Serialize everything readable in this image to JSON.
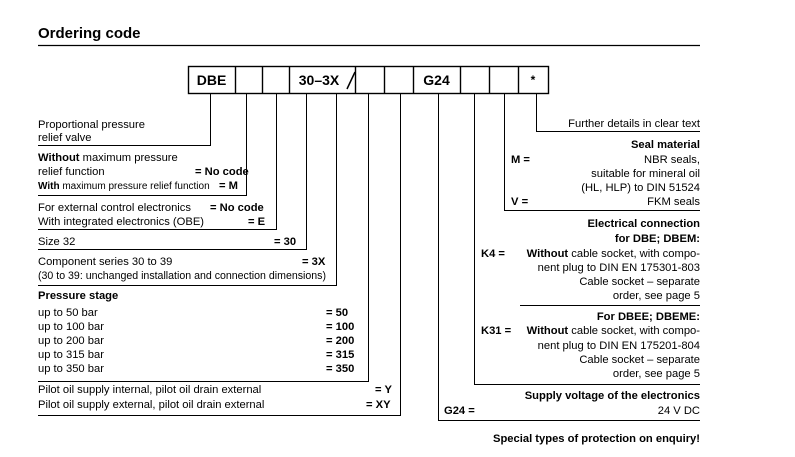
{
  "title": "Ordering code",
  "code_boxes": [
    "DBE",
    "",
    "",
    "30–3X",
    "/",
    "",
    "G24",
    "",
    "",
    "*"
  ],
  "left": {
    "proportional_valve": [
      "Proportional pressure",
      "relief valve"
    ],
    "without_max_1_bold": "Without",
    "without_max_1_rest": " maximum pressure",
    "without_max_2": "relief function",
    "without_max_code": "= No code",
    "with_max_bold": "With",
    "with_max_rest": " maximum pressure relief function",
    "with_max_code": "= M",
    "ext_ctrl": "For external control electronics",
    "ext_ctrl_code": "= No code",
    "obe": "With integrated electronics (OBE)",
    "obe_code": "= E",
    "size": "Size 32",
    "size_code": "= 30",
    "series": "Component series 30 to 39",
    "series_code": "= 3X",
    "series_note": "(30 to 39: unchanged installation and connection dimensions)",
    "pressure_title": "Pressure stage",
    "pressure_rows": [
      {
        "label": "up to   50 bar",
        "code": "= 50"
      },
      {
        "label": "up to 100 bar",
        "code": "= 100"
      },
      {
        "label": "up to 200 bar",
        "code": "= 200"
      },
      {
        "label": "up to 315 bar",
        "code": "= 315"
      },
      {
        "label": "up to 350 bar",
        "code": "= 350"
      }
    ],
    "pilot_1": "Pilot oil supply internal, pilot oil drain external",
    "pilot_1_code": "= Y",
    "pilot_2": "Pilot oil supply external,  pilot oil drain external",
    "pilot_2_code": "= XY"
  },
  "right": {
    "further": "Further details in clear text",
    "seal_title": "Seal material",
    "seal_m_code": "M =",
    "seal_m_lines": [
      "NBR seals,",
      "suitable for mineral oil",
      "(HL, HLP) to DIN 51524"
    ],
    "seal_v_code": "V =",
    "seal_v": "FKM seals",
    "elec_title_1": "Electrical connection",
    "elec_title_2": "for DBE; DBEM:",
    "k4_code": "K4 =",
    "k4_bold": "Without",
    "k4_rest": " cable socket, with compo-",
    "k4_line2": "nent plug to DIN EN 175301-803",
    "k4_line3": "Cable socket – separate",
    "k4_line4": "order, see page 5",
    "dbeme_title": "For DBEE; DBEME:",
    "k31_code": "K31 =",
    "k31_bold": "Without",
    "k31_rest": " cable socket, with compo-",
    "k31_line2": "nent plug to DIN EN 175201-804",
    "k31_line3": "Cable socket – separate",
    "k31_line4": "order, see page 5",
    "supply_title": "Supply voltage of the electronics",
    "g24_code": "G24 =",
    "g24": "24 V DC",
    "special": "Special types of protection on enquiry!"
  }
}
